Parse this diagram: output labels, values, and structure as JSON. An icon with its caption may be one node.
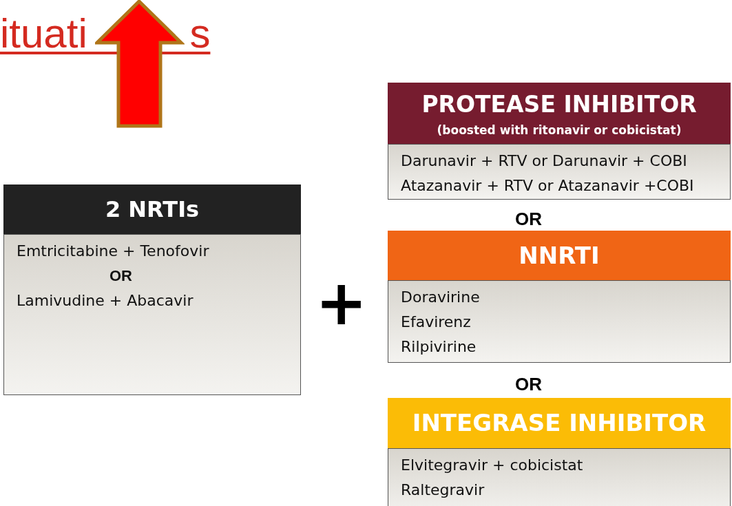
{
  "diagram": {
    "title": "ituati s",
    "nodes": [
      {
        "text": [
          "2 NRTIs"
        ]
      },
      {
        "text": [
          "Emtricitabine + Tenofovir",
          "OR",
          "Lamivudine + Abacavir"
        ]
      },
      {
        "text": [
          "PROTEASE INHIBITOR",
          "(boosted with ritonavir or cobicistat)"
        ]
      },
      {
        "text": [
          "Darunavir + RTV or Darunavir + COBI",
          "Atazanavir + RTV or Atazanavir +COBI"
        ]
      },
      {
        "text": [
          "NNRTI"
        ]
      },
      {
        "text": [
          "Doravirine",
          "Efavirenz",
          "Rilpivirine"
        ]
      },
      {
        "text": [
          "INTEGRASE INHIBITOR"
        ]
      },
      {
        "text": [
          "Elvitegravir + cobicistat",
          "Raltegravir"
        ]
      }
    ],
    "labels": [
      "+",
      "OR",
      "OR"
    ]
  }
}
